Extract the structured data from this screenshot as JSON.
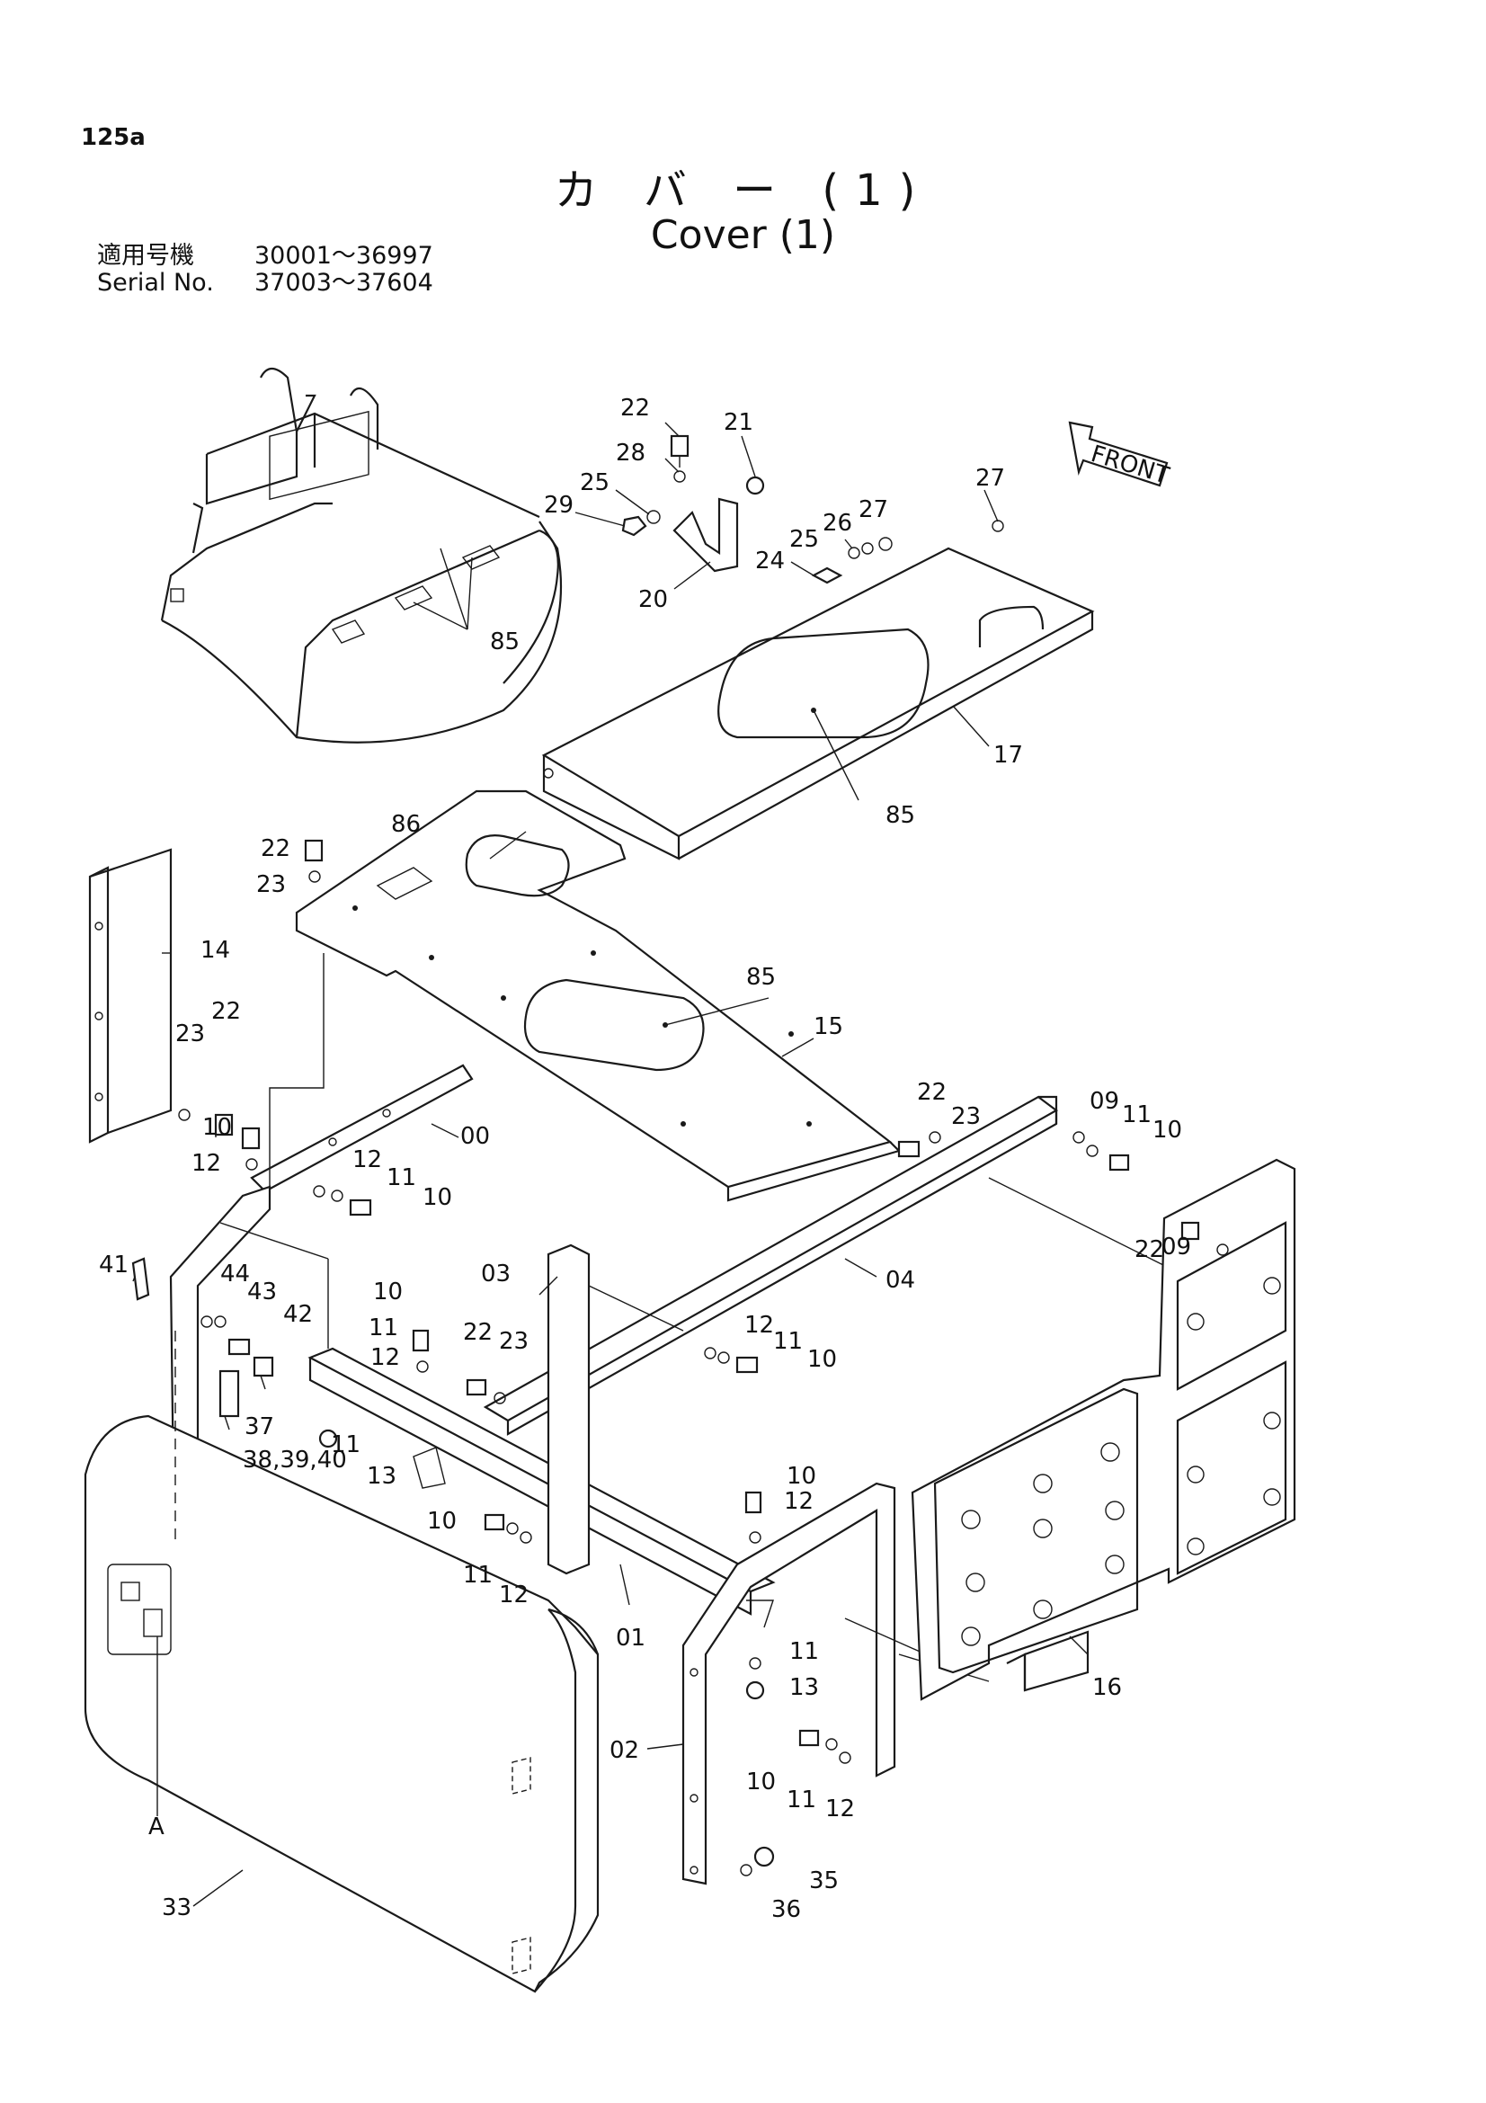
{
  "header": {
    "page_number": "125a",
    "title_jp": "カ バ ー (1)",
    "title_en": "Cover (1)",
    "serial_label_jp": "適用号機",
    "serial_label_en": "Serial No.",
    "serial_range_1": "30001～36997",
    "serial_range_2": "37003～37604"
  },
  "front_arrow_label": "FRONT",
  "callouts": {
    "c00": "00",
    "c01": "01",
    "c02": "02",
    "c03": "03",
    "c04": "04",
    "c09a": "09",
    "c09b": "09",
    "c10a": "10",
    "c10b": "10",
    "c10c": "10",
    "c10d": "10",
    "c10e": "10",
    "c10f": "10",
    "c10g": "10",
    "c10h": "10",
    "c11a": "11",
    "c11b": "11",
    "c11c": "11",
    "c11d": "11",
    "c11e": "11",
    "c11f": "11",
    "c11g": "11",
    "c11h": "11",
    "c12a": "12",
    "c12b": "12",
    "c12c": "12",
    "c12d": "12",
    "c12e": "12",
    "c12f": "12",
    "c12g": "12",
    "c13a": "13",
    "c13b": "13",
    "c14": "14",
    "c15": "15",
    "c16": "16",
    "c17": "17",
    "c20": "20",
    "c21": "21",
    "c22a": "22",
    "c22b": "22",
    "c22c": "22",
    "c22d": "22",
    "c22e": "22",
    "c22f": "22",
    "c23a": "23",
    "c23b": "23",
    "c23c": "23",
    "c23d": "23",
    "c24": "24",
    "c25a": "25",
    "c25b": "25",
    "c26": "26",
    "c27a": "27",
    "c27b": "27",
    "c28": "28",
    "c29": "29",
    "c33": "33",
    "c35": "35",
    "c36": "36",
    "c37": "37",
    "c38": "38,39,40",
    "c41": "41",
    "c42": "42",
    "c43": "43",
    "c44": "44",
    "c85a": "85",
    "c85b": "85",
    "c85c": "85",
    "c86": "86",
    "cA": "A"
  }
}
